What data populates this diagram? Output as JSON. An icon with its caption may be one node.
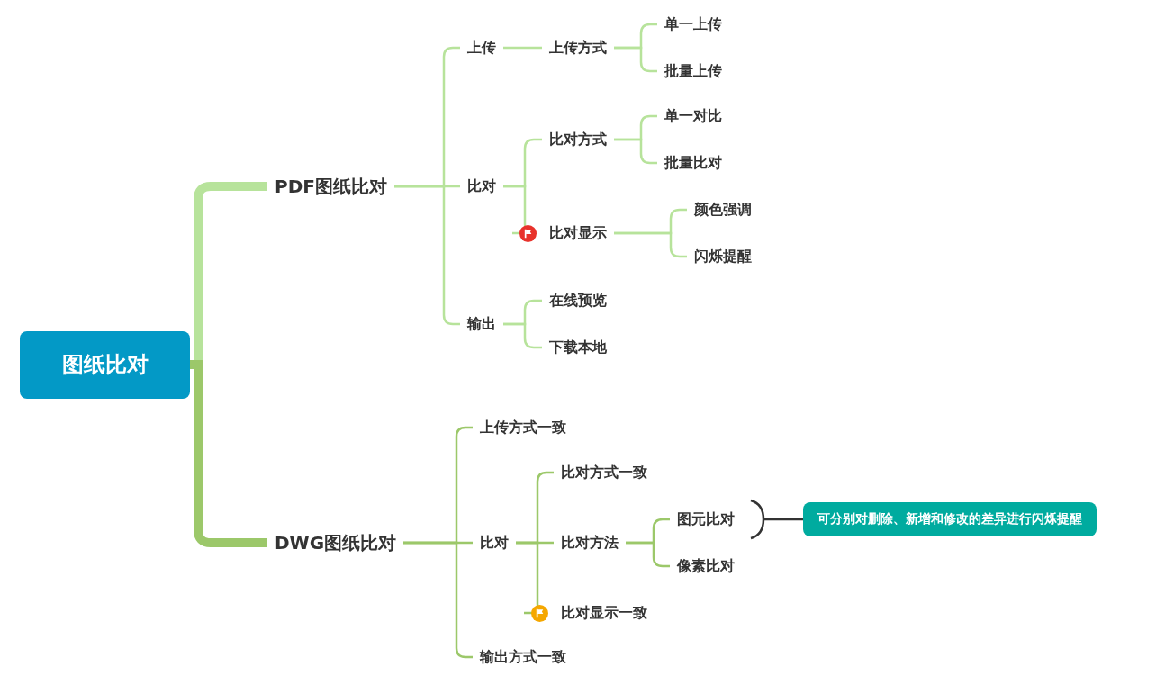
{
  "diagram": {
    "nodes": [
      {
        "text": [
          "图纸比对"
        ]
      },
      {
        "text": [
          "PDF图纸比对"
        ]
      },
      {
        "text": [
          "上传"
        ]
      },
      {
        "text": [
          "上传方式"
        ]
      },
      {
        "text": [
          "单一上传"
        ]
      },
      {
        "text": [
          "批量上传"
        ]
      },
      {
        "text": [
          "比对"
        ]
      },
      {
        "text": [
          "比对方式"
        ]
      },
      {
        "text": [
          "单一对比"
        ]
      },
      {
        "text": [
          "批量比对"
        ]
      },
      {
        "text": [
          "比对显示"
        ]
      },
      {
        "text": [
          "颜色强调"
        ]
      },
      {
        "text": [
          "闪烁提醒"
        ]
      },
      {
        "text": [
          "输出"
        ]
      },
      {
        "text": [
          "在线预览"
        ]
      },
      {
        "text": [
          "下载本地"
        ]
      },
      {
        "text": [
          "DWG图纸比对"
        ]
      },
      {
        "text": [
          "上传方式一致"
        ]
      },
      {
        "text": [
          "比对"
        ]
      },
      {
        "text": [
          "比对方式一致"
        ]
      },
      {
        "text": [
          "比对方法"
        ]
      },
      {
        "text": [
          "图元比对"
        ]
      },
      {
        "text": [
          "像素比对"
        ]
      },
      {
        "text": [
          "比对显示一致"
        ]
      },
      {
        "text": [
          "输出方式一致"
        ]
      },
      {
        "text": [
          "可分别对删除、新增和修改的差异进行闪烁提醒"
        ]
      }
    ],
    "edges": [
      {
        "from": 0,
        "to": 1,
        "arrow": "none",
        "style": "thick"
      },
      {
        "from": 1,
        "to": 2,
        "arrow": "none"
      },
      {
        "from": 2,
        "to": 3,
        "arrow": "none"
      },
      {
        "from": 3,
        "to": 4,
        "arrow": "none"
      },
      {
        "from": 3,
        "to": 5,
        "arrow": "none"
      },
      {
        "from": 1,
        "to": 6,
        "arrow": "none"
      },
      {
        "from": 6,
        "to": 7,
        "arrow": "none"
      },
      {
        "from": 7,
        "to": 8,
        "arrow": "none"
      },
      {
        "from": 7,
        "to": 9,
        "arrow": "none"
      },
      {
        "from": 6,
        "to": 10,
        "arrow": "none"
      },
      {
        "from": 10,
        "to": 11,
        "arrow": "none"
      },
      {
        "from": 10,
        "to": 12,
        "arrow": "none"
      },
      {
        "from": 1,
        "to": 13,
        "arrow": "none"
      },
      {
        "from": 13,
        "to": 14,
        "arrow": "none"
      },
      {
        "from": 13,
        "to": 15,
        "arrow": "none"
      },
      {
        "from": 0,
        "to": 16,
        "arrow": "none",
        "style": "thick",
        "color": "#9cc86a"
      },
      {
        "from": 16,
        "to": 17,
        "arrow": "none",
        "color": "#9cc86a"
      },
      {
        "from": 16,
        "to": 18,
        "arrow": "none",
        "color": "#9cc86a"
      },
      {
        "from": 18,
        "to": 19,
        "arrow": "none",
        "color": "#9cc86a"
      },
      {
        "from": 18,
        "to": 20,
        "arrow": "none",
        "color": "#9cc86a"
      },
      {
        "from": 20,
        "to": 21,
        "arrow": "none",
        "color": "#9cc86a"
      },
      {
        "from": 20,
        "to": 22,
        "arrow": "none",
        "color": "#9cc86a"
      },
      {
        "from": 18,
        "to": 23,
        "arrow": "none",
        "color": "#9cc86a"
      },
      {
        "from": 16,
        "to": 24,
        "arrow": "none",
        "color": "#9cc86a"
      },
      {
        "from": 21,
        "to": 25,
        "arrow": "none",
        "color": "#333333"
      }
    ]
  }
}
